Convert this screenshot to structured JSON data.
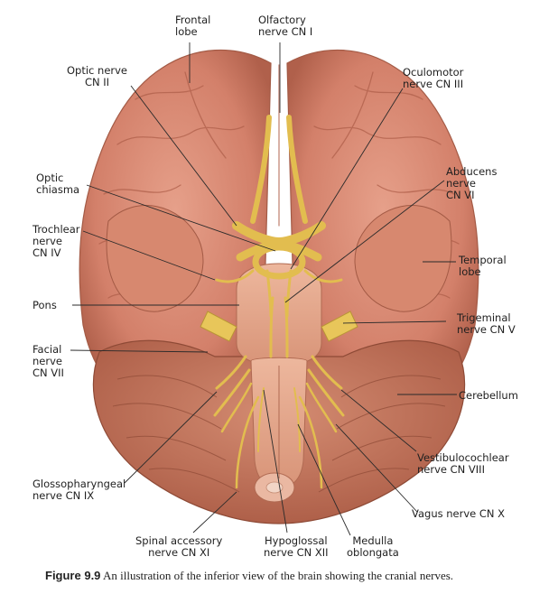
{
  "figure": {
    "title": "Figure 9.9",
    "caption": "An illustration of the inferior view of the brain showing the cranial nerves."
  },
  "labels": {
    "frontal_lobe": "Frontal\nlobe",
    "olfactory": "Olfactory\nnerve CN I",
    "optic_nerve": "Optic nerve\nCN II",
    "oculomotor": "Oculomotor\nnerve CN III",
    "optic_chiasma": "Optic\nchiasma",
    "abducens": "Abducens\nnerve\nCN VI",
    "trochlear": "Trochlear\nnerve\nCN IV",
    "temporal_lobe": "Temporal\nlobe",
    "pons": "Pons",
    "trigeminal": "Trigeminal\nnerve CN V",
    "facial": "Facial\nnerve\nCN VII",
    "cerebellum": "Cerebellum",
    "vestibulocochlear": "Vestibulocochlear\nnerve CN VIII",
    "glossopharyngeal": "Glossopharyngeal\nnerve CN IX",
    "vagus": "Vagus nerve CN X",
    "spinal_accessory": "Spinal accessory\nnerve CN XI",
    "hypoglossal": "Hypoglossal\nnerve CN XII",
    "medulla": "Medulla\noblongata"
  },
  "colors": {
    "cerebrum": "#d98a6e",
    "cerebrum_dark": "#b8654a",
    "cerebellum": "#c9795f",
    "brainstem": "#e2a88c",
    "nerve": "#e8c65a",
    "nerve_dark": "#b99536",
    "leader": "#2a2a2a"
  }
}
